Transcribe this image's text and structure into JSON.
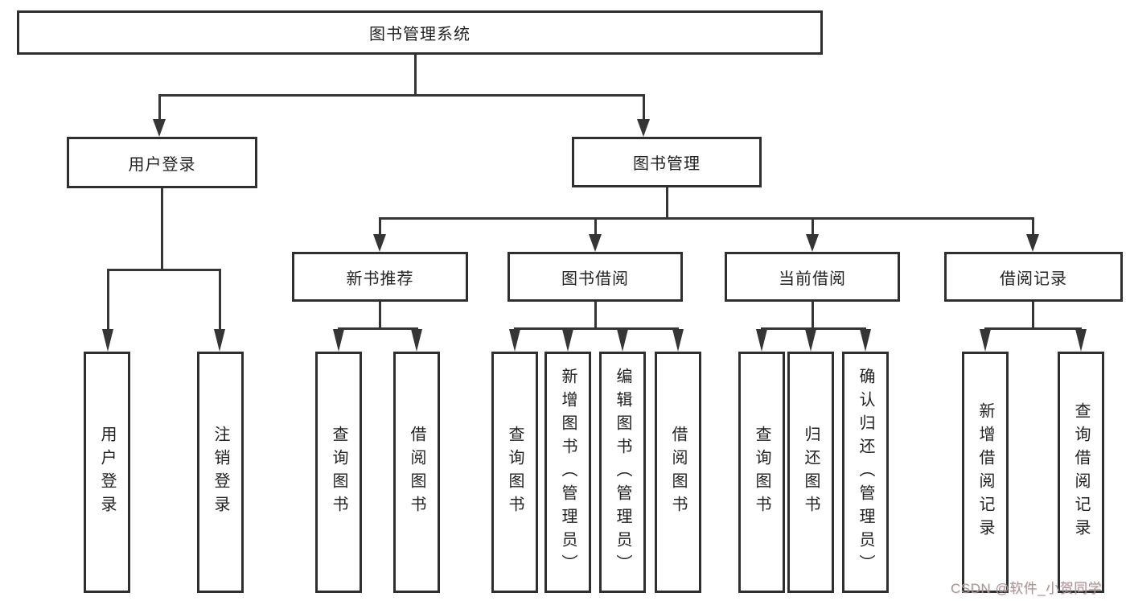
{
  "diagram": {
    "root": {
      "label": "图书管理系统"
    },
    "level2": [
      {
        "label": "用户登录"
      },
      {
        "label": "图书管理"
      }
    ],
    "level3": [
      {
        "label": "新书推荐",
        "parent": "图书管理"
      },
      {
        "label": "图书借阅",
        "parent": "图书管理"
      },
      {
        "label": "当前借阅",
        "parent": "图书管理"
      },
      {
        "label": "借阅记录",
        "parent": "图书管理"
      }
    ],
    "level4": [
      {
        "label": "用户登录",
        "parent": "用户登录"
      },
      {
        "label": "注销登录",
        "parent": "用户登录"
      },
      {
        "label": "查询图书",
        "parent": "新书推荐"
      },
      {
        "label": "借阅图书",
        "parent": "新书推荐"
      },
      {
        "label": "查询图书",
        "parent": "图书借阅"
      },
      {
        "label": "新增图书（管理员）",
        "parent": "图书借阅"
      },
      {
        "label": "编辑图书（管理员）",
        "parent": "图书借阅"
      },
      {
        "label": "借阅图书",
        "parent": "图书借阅"
      },
      {
        "label": "查询图书",
        "parent": "当前借阅"
      },
      {
        "label": "归还图书",
        "parent": "当前借阅"
      },
      {
        "label": "确认归还（管理员）",
        "parent": "当前借阅"
      },
      {
        "label": "新增借阅记录",
        "parent": "借阅记录"
      },
      {
        "label": "查询借阅记录",
        "parent": "借阅记录"
      }
    ]
  },
  "watermark": {
    "text": "CSDN @软件_小贺同学"
  },
  "colors": {
    "line": "#353535",
    "box_border": "#2f2f2f",
    "box_fill": "#ffffff",
    "label_text": "#222222",
    "watermark_text": "#9c9c9c"
  }
}
